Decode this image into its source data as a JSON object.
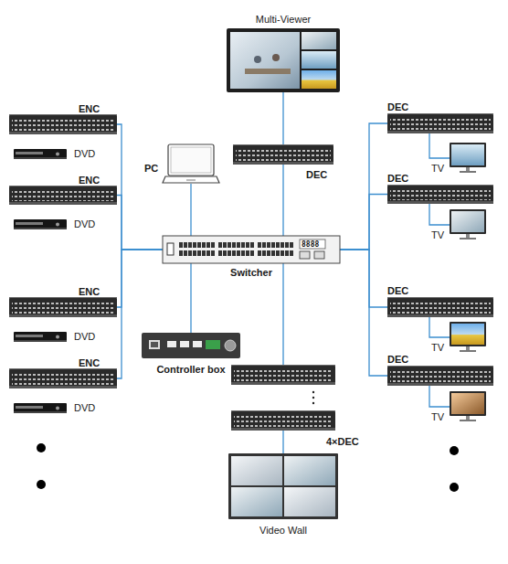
{
  "diagram": {
    "nodes": [
      {
        "text": [
          "Multi-Viewer"
        ]
      },
      {
        "text": [
          "ENC"
        ]
      },
      {
        "text": [
          "DVD"
        ]
      },
      {
        "text": [
          "ENC"
        ]
      },
      {
        "text": [
          "DVD"
        ]
      },
      {
        "text": [
          "DEC"
        ]
      },
      {
        "text": [
          "DEC"
        ]
      },
      {
        "text": [
          "TV"
        ]
      },
      {
        "text": [
          "PC"
        ]
      },
      {
        "text": [
          "DEC"
        ]
      },
      {
        "text": [
          "TV"
        ]
      },
      {
        "text": [
          "Switcher"
        ]
      },
      {
        "text": [
          "ENC"
        ]
      },
      {
        "text": [
          "DVD"
        ]
      },
      {
        "text": [
          "DEC"
        ]
      },
      {
        "text": [
          "TV"
        ]
      },
      {
        "text": [
          "Controller box"
        ]
      },
      {
        "text": [
          "ENC"
        ]
      },
      {
        "text": [
          "DVD"
        ]
      },
      {
        "text": [
          "DEC"
        ]
      },
      {
        "text": [
          "TV"
        ]
      },
      {
        "text": [
          "4×DEC"
        ]
      },
      {
        "text": [
          "Video Wall"
        ]
      }
    ],
    "edges": [
      {
        "from": 1,
        "to": 11,
        "arrow": "none"
      },
      {
        "from": 3,
        "to": 11,
        "arrow": "none"
      },
      {
        "from": 12,
        "to": 11,
        "arrow": "none"
      },
      {
        "from": 17,
        "to": 11,
        "arrow": "none"
      },
      {
        "from": 8,
        "to": 11,
        "arrow": "none"
      },
      {
        "from": 11,
        "to": 16,
        "arrow": "none"
      },
      {
        "from": 11,
        "to": 5,
        "arrow": "none"
      },
      {
        "from": 5,
        "to": 0,
        "arrow": "none"
      },
      {
        "from": 11,
        "to": 6,
        "arrow": "none"
      },
      {
        "from": 11,
        "to": 9,
        "arrow": "none"
      },
      {
        "from": 11,
        "to": 14,
        "arrow": "none"
      },
      {
        "from": 11,
        "to": 19,
        "arrow": "none"
      },
      {
        "from": 6,
        "to": 7,
        "arrow": "none"
      },
      {
        "from": 9,
        "to": 10,
        "arrow": "none"
      },
      {
        "from": 14,
        "to": 15,
        "arrow": "none"
      },
      {
        "from": 19,
        "to": 20,
        "arrow": "none"
      },
      {
        "from": 11,
        "to": 21,
        "arrow": "none"
      },
      {
        "from": 21,
        "to": 22,
        "arrow": "none"
      }
    ],
    "labels": [
      "8888"
    ]
  }
}
